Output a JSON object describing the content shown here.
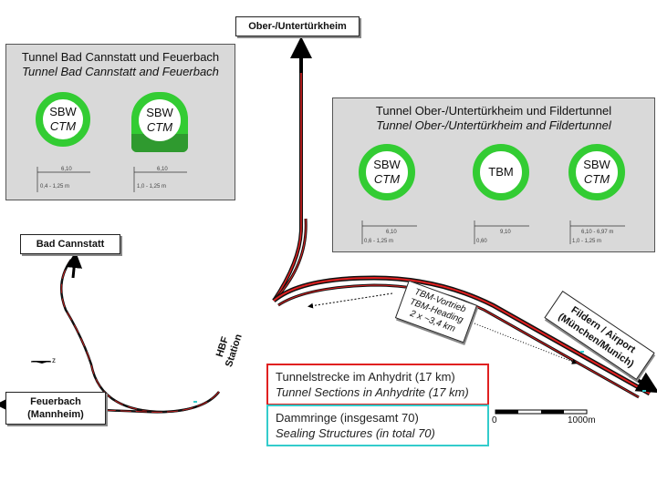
{
  "panel_left": {
    "title_de": "Tunnel Bad Cannstatt und Feuerbach",
    "title_en": "Tunnel Bad Cannstatt and Feuerbach",
    "sections": [
      {
        "top": "SBW",
        "bottom": "CTM",
        "dim_top": "6,10",
        "dim_bottom": "0,4 - 1,25 m"
      },
      {
        "top": "SBW",
        "bottom": "CTM",
        "dim_top": "6,10",
        "dim_bottom": "1,0 - 1,25 m"
      }
    ]
  },
  "panel_right": {
    "title_de": "Tunnel Ober-/Untertürkheim und Fildertunnel",
    "title_en": "Tunnel Ober-/Untertürkheim and Fildertunnel",
    "sections": [
      {
        "top": "SBW",
        "bottom": "CTM",
        "dim_top": "6,10",
        "dim_bottom": "0,6 - 1,25 m"
      },
      {
        "top": "TBM",
        "bottom": "",
        "dim_top": "9,10",
        "dim_bottom": "0,60"
      },
      {
        "top": "SBW",
        "bottom": "CTM",
        "dim_top": "6,10 - 6,97 m",
        "dim_bottom": "1,0 - 1,25 m"
      }
    ]
  },
  "destinations": {
    "ober_untertuerkheim": "Ober-/Untertürkheim",
    "bad_cannstatt": "Bad Cannstatt",
    "feuerbach_line1": "Feuerbach",
    "feuerbach_line2": "(Mannheim)",
    "fildern_line1": "Fildern / Airport",
    "fildern_line2": "(München/Munich)"
  },
  "hbf": {
    "line1": "HBF",
    "line2": "Station"
  },
  "tbm_note": {
    "line1": "TBM-Vortrieb",
    "line2": "TBM-Heading",
    "line3": "2 x ~3,4 km"
  },
  "north_label": "z",
  "legend": {
    "anhydrite_de": "Tunnelstrecke im Anhydrit (17 km)",
    "anhydrite_en": "Tunnel Sections in Anhydrite (17 km)",
    "sealing_de": "Dammringe (insgesamt 70)",
    "sealing_en": "Sealing Structures (in total 70)"
  },
  "scale": {
    "start": "0",
    "end": "1000m"
  },
  "colors": {
    "anhydrite_red": "#e02020",
    "sealing_cyan": "#33cccc",
    "ring_green": "#33cc33",
    "panel_grey": "#d9d9d9"
  }
}
